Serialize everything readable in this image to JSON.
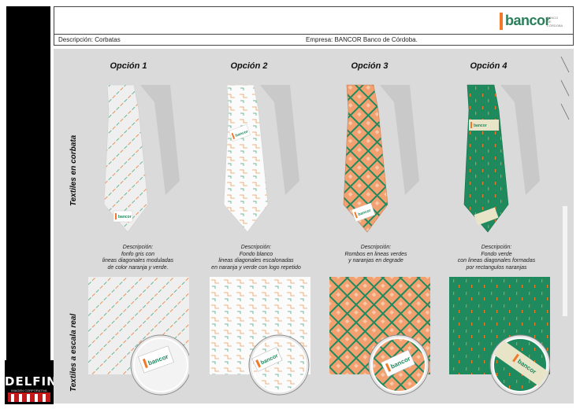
{
  "header": {
    "description": "Descripción: Corbatas",
    "company": "Empresa: BANCOR Banco de Córdoba.",
    "brand": "bancor",
    "brand_small": "BANCO DE CÓRDOBA"
  },
  "logo": {
    "name": "DELFIN",
    "subtitle": "IMAGEN CORPORATIVA"
  },
  "rows": {
    "ties": "Textiles en corbata",
    "swatches": "Textiles a escala real"
  },
  "options": [
    {
      "title": "Opción 1",
      "desc_title": "Descripción:",
      "desc_lines": [
        "fonfo gris con",
        "lineas diagonales moduladas",
        "de color naranja y verde."
      ],
      "swatch_label": "bancor"
    },
    {
      "title": "Opción 2",
      "desc_title": "Descripción:",
      "desc_lines": [
        "Fondo blanco",
        "lineas diagonales escalonadas",
        "en naranja y verde con logo repetido"
      ],
      "swatch_label": "bancor"
    },
    {
      "title": "Opción 3",
      "desc_title": "Descripción:",
      "desc_lines": [
        "Rombos en lineas verdes",
        "y naranjas en degrade"
      ],
      "swatch_label": "bancor"
    },
    {
      "title": "Opción 4",
      "desc_title": "Descripción:",
      "desc_lines": [
        "Fondo verde",
        "con lineas diagonales formadas",
        "por rectangulos naranjas"
      ],
      "swatch_label": "bancor"
    }
  ],
  "colors": {
    "green": "#1e8a5e",
    "orange": "#f07a2a",
    "panel": "#dadada",
    "black": "#000000"
  }
}
